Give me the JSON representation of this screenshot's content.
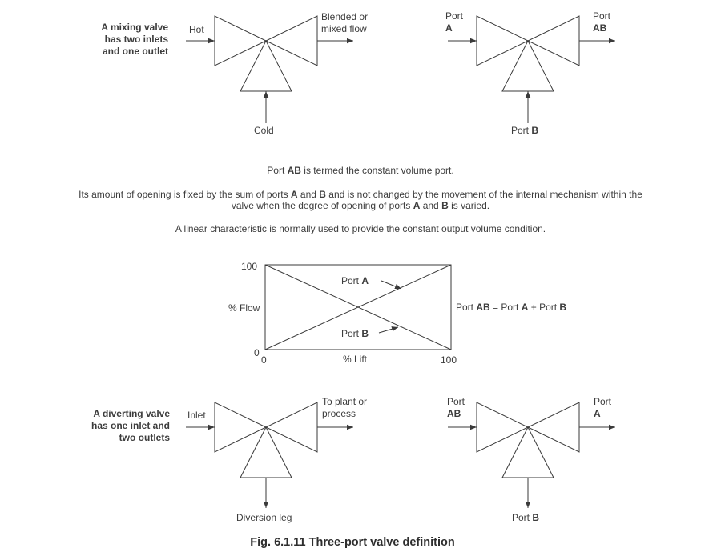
{
  "mixing_valve": {
    "description": [
      "A mixing valve",
      "has two inlets",
      "and one outlet"
    ],
    "inlet_left": "Hot",
    "outlet": [
      "Blended or",
      "mixed flow"
    ],
    "inlet_bottom": "Cold"
  },
  "mixing_ports": {
    "left": [
      "Port",
      "A"
    ],
    "right": [
      "Port",
      "AB"
    ],
    "bottom": [
      "Port ",
      "B"
    ]
  },
  "explanation": {
    "p1": [
      "Port ",
      "AB",
      " is termed the constant volume port."
    ],
    "p2": [
      "Its amount of opening is fixed by the sum of ports ",
      "A",
      " and ",
      "B",
      " and is not changed by the movement of the internal mechanism within the valve when the degree of opening of ports ",
      "A",
      " and ",
      "B",
      " is varied."
    ],
    "p3": "A linear characteristic is normally used to provide the constant output volume condition."
  },
  "characteristic": {
    "y_top": "100",
    "y_bottom": "0",
    "x_left": "0",
    "x_right": "100",
    "ylabel": "% Flow",
    "xlabel": "% Lift",
    "port_a": [
      "Port ",
      "A"
    ],
    "port_b": [
      "Port ",
      "B"
    ],
    "equation": [
      "Port ",
      "AB",
      " = Port ",
      "A",
      " + Port ",
      "B"
    ]
  },
  "chart_data": {
    "type": "line",
    "xlabel": "% Lift",
    "ylabel": "% Flow",
    "xlim": [
      0,
      100
    ],
    "ylim": [
      0,
      100
    ],
    "series": [
      {
        "name": "Port A",
        "x": [
          0,
          100
        ],
        "y": [
          0,
          100
        ]
      },
      {
        "name": "Port B",
        "x": [
          0,
          100
        ],
        "y": [
          100,
          0
        ]
      }
    ]
  },
  "diverting_valve": {
    "description": [
      "A diverting valve",
      "has one inlet and",
      "two outlets"
    ],
    "inlet_left": "Inlet",
    "outlet": [
      "To plant or",
      "process"
    ],
    "outlet_bottom": "Diversion leg"
  },
  "diverting_ports": {
    "left": [
      "Port",
      "AB"
    ],
    "right": [
      "Port",
      "A"
    ],
    "bottom": [
      "Port ",
      "B"
    ]
  },
  "caption": "Fig. 6.1.11 Three-port valve definition",
  "colors": {
    "line": "#3a3a3a",
    "text": "#3c3c3c"
  }
}
